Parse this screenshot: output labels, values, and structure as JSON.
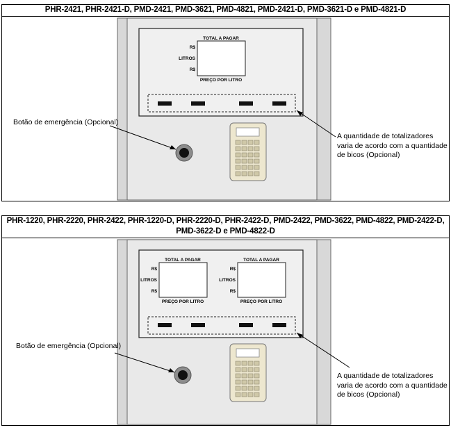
{
  "sections": [
    {
      "title": "PHR-2421, PHR-2421-D, PMD-2421, PMD-3621, PMD-4821, PMD-2421-D, PMD-3621-D e PMD-4821-D",
      "emergency_label": "Botão de emergência (Opcional)",
      "totalizer_note_lines": [
        "A quantidade de totalizadores",
        "varia de acordo com a quantidade",
        "de bicos (Opcional)"
      ]
    },
    {
      "title_lines": [
        "PHR-1220, PHR-2220, PHR-2422, PHR-1220-D, PHR-2220-D, PHR-2422-D, PMD-2422, PMD-3622, PMD-4822, PMD-2422-D,",
        "PMD-3622-D e PMD-4822-D"
      ],
      "emergency_label": "Botão de emergência (Opcional)",
      "totalizer_note_lines": [
        "A quantidade de totalizadores",
        "varia de acordo com a quantidade",
        "de bicos (Opcional)"
      ]
    }
  ],
  "display": {
    "total_label": "TOTAL A PAGAR",
    "currency_label": "R$",
    "liters_label": "LITROS",
    "price_label": "PREÇO POR LITRO"
  },
  "colors": {
    "cabinet": "#e9e9e9",
    "cabinet_side": "#dcdcdc",
    "panel": "#efefef",
    "button_ring": "#8c8c8c",
    "keypad_body": "#ede7cf",
    "key": "#cfc8a8"
  }
}
